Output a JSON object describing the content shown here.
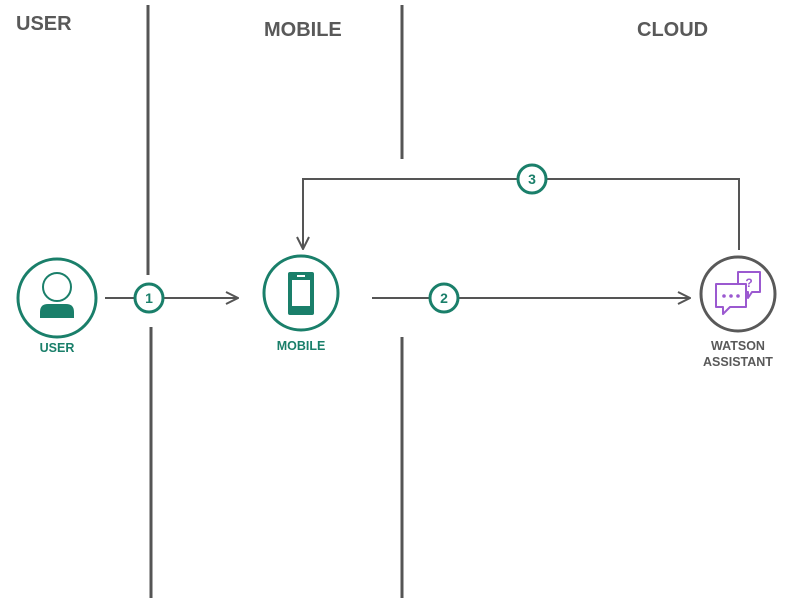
{
  "zones": {
    "user": "USER",
    "mobile": "MOBILE",
    "cloud": "CLOUD"
  },
  "nodes": {
    "user": "USER",
    "mobile": "MOBILE",
    "watson_line1": "WATSON",
    "watson_line2": "ASSISTANT"
  },
  "steps": {
    "one": "1",
    "two": "2",
    "three": "3"
  },
  "icons": {
    "user": "person-icon",
    "mobile": "smartphone-icon",
    "watson": "chat-bubbles-icon"
  },
  "colors": {
    "zone_text": "#595959",
    "divider": "#555555",
    "teal": "#1a7f6a",
    "arrow": "#555555",
    "watson_ring": "#595959",
    "watson_icon": "#9b59d0"
  }
}
